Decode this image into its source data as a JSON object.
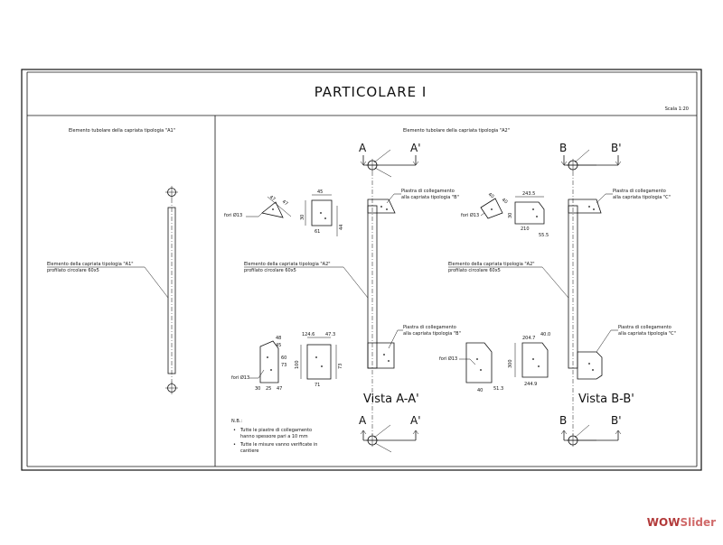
{
  "sheet": {
    "title": "PARTICOLARE I",
    "scale": "Scala 1:20"
  },
  "left_panel": {
    "header": "Elemento tubolare della capriata tipologia \"A1\"",
    "label_line1": "Elemento della capriata tipologia \"A1\"",
    "label_line2": "profilato circolare 60x5"
  },
  "right_panel": {
    "header": "Elemento tubolare della capriata tipologia \"A2\"",
    "section_letters": {
      "a": "A",
      "a_prime": "A'",
      "b": "B",
      "b_prime": "B'"
    },
    "view_aa": "Vista A-A'",
    "view_bb": "Vista B-B'",
    "aa": {
      "plate_top_line1": "Piastra di collegamento",
      "plate_top_line2": "alla capriata tipologia \"B\"",
      "element_line1": "Elemento della capriata tipologia \"A2\"",
      "element_line2": "profilato circolare 60x5",
      "plate_bottom_line1": "Piastra di collegamento",
      "plate_bottom_line2": "alla capriata tipologia \"B\"",
      "holes_top": "fori Ø13",
      "holes_bottom": "fori Ø13",
      "dims_top": [
        "47",
        "47",
        "45",
        "30",
        "61",
        "44"
      ],
      "dims_bottom": [
        "48",
        "45",
        "60",
        "73",
        "124.6",
        "47.3",
        "100",
        "73",
        "71",
        "30",
        "25",
        "47"
      ]
    },
    "bb": {
      "plate_top_line1": "Piastra di collegamento",
      "plate_top_line2": "alla capriata tipologia \"C\"",
      "element_line1": "Elemento della capriata tipologia \"A2\"",
      "element_line2": "profilato circolare 60x5",
      "plate_bottom_line1": "Piastra di collegamento",
      "plate_bottom_line2": "alla capriata tipologia \"C\"",
      "holes_top": "fori Ø13",
      "holes_bottom": "fori Ø13",
      "dims_top": [
        "40",
        "40",
        "243.5",
        "210",
        "30",
        "55.5"
      ],
      "dims_bottom": [
        "204.7",
        "40.0",
        "300",
        "244.9",
        "40",
        "51.3"
      ]
    },
    "notes": {
      "heading": "N.B.:",
      "item1_line1": "Tutte le piastre di collegamento",
      "item1_line2": "hanno spessore pari a 10 mm",
      "item2_line1": "Tutte le misure vanno verificate in",
      "item2_line2": "cantiere"
    }
  },
  "watermark": {
    "part1": "WOW",
    "part2": "Slider"
  }
}
